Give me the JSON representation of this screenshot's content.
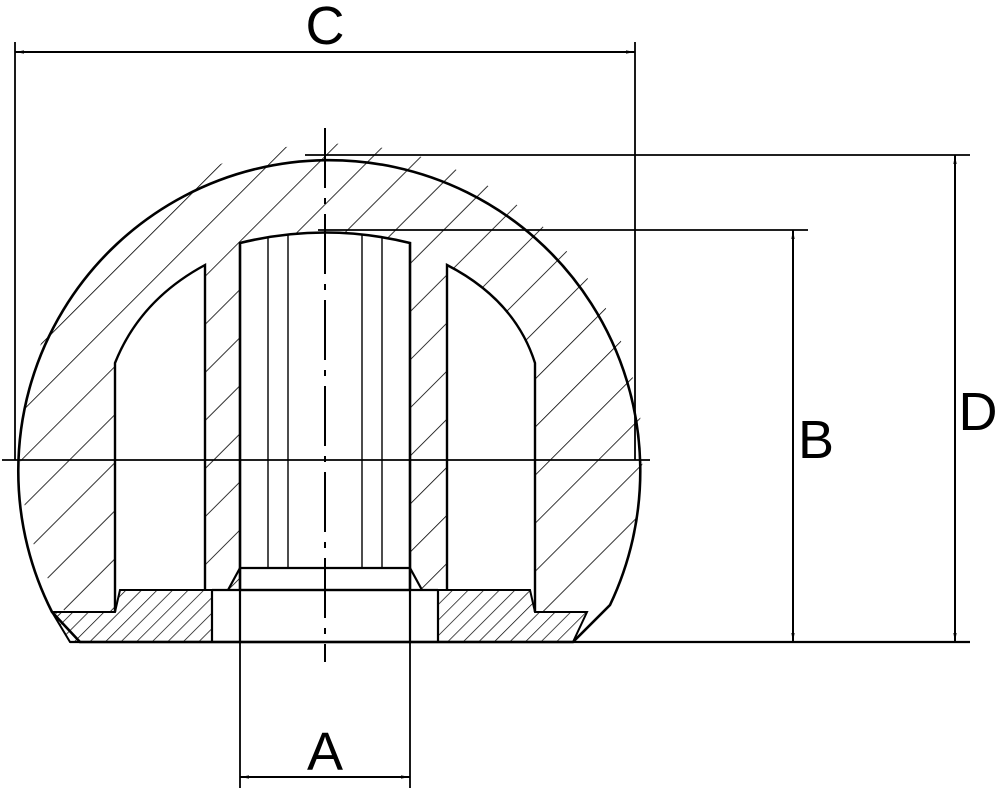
{
  "dimensions": {
    "a": "A",
    "b": "B",
    "c": "C",
    "d": "D"
  },
  "colors": {
    "line": "#000000",
    "background": "#ffffff"
  }
}
